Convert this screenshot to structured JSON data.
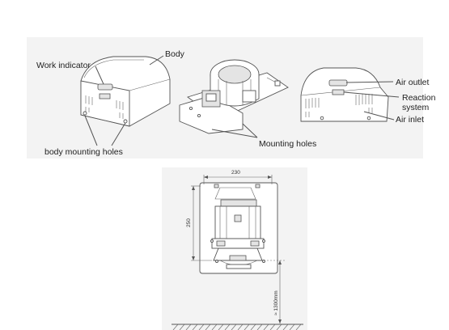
{
  "top_views": {
    "left": {
      "body_label": "Body",
      "work_indicator_label": "Work indicator",
      "mounting_holes_label": "body mounting holes"
    },
    "middle": {
      "mounting_holes_label": "Mounting holes"
    },
    "right": {
      "air_outlet_label": "Air outlet",
      "reaction_label_line1": "Reaction",
      "reaction_label_line2": "system",
      "air_inlet_label": "Air inlet"
    }
  },
  "bottom_view": {
    "width_dim": "230",
    "height_dim": "250",
    "floor_height_dim": "≈ 1300mm"
  }
}
